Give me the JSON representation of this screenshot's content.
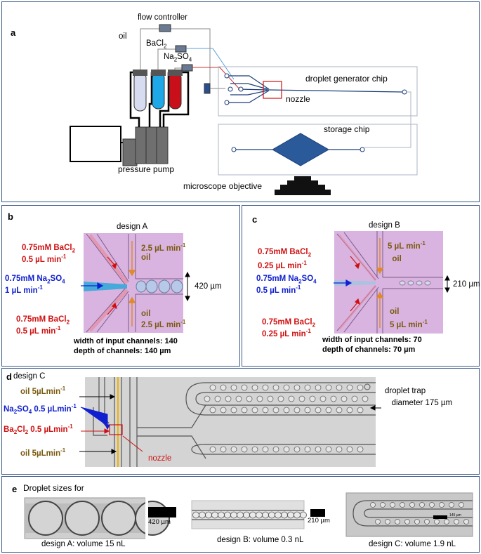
{
  "panels": {
    "a": {
      "label": "a",
      "flow_controller": "flow controller",
      "oil": "oil",
      "bacl2_base": "BaCl",
      "bacl2_sub": "2",
      "na2so4_a": "Na",
      "na2so4_sub1": "2",
      "na2so4_b": "SO",
      "na2so4_sub2": "4",
      "droplet_generator": "droplet generator chip",
      "nozzle": "nozzle",
      "storage_chip": "storage chip",
      "pressure_pump": "pressure pump",
      "microscope": "microscope objective"
    },
    "b": {
      "label": "b",
      "title": "design A",
      "bacl2_top": "0.75mM BaCl",
      "bacl2_top_sub": "2",
      "bacl2_top_rate": "0.5 µL min",
      "bacl2_top_exp": "-1",
      "na2so4": "0.75mM Na",
      "na2so4_sub1": "2",
      "na2so4_mid": "SO",
      "na2so4_sub2": "4",
      "na2so4_rate": "1 µL min",
      "na2so4_exp": "-1",
      "bacl2_bot": "0.75mM BaCl",
      "bacl2_bot_sub": "2",
      "bacl2_bot_rate": "0.5 µL min",
      "bacl2_bot_exp": "-1",
      "oil_top_rate": "2.5 µL min",
      "oil_top_exp": "-1",
      "oil_top": "oil",
      "oil_bot": "oil",
      "oil_bot_rate": "2.5 µL min",
      "oil_bot_exp": "-1",
      "size": "420 µm",
      "width": "width of input channels: 140",
      "depth": "depth of channels: 140 µm"
    },
    "c": {
      "label": "c",
      "title": "design B",
      "bacl2_top": "0.75mM BaCl",
      "bacl2_top_sub": "2",
      "bacl2_top_rate": "0.25 µL min",
      "bacl2_top_exp": "-1",
      "na2so4": "0.75mM Na",
      "na2so4_sub1": "2",
      "na2so4_mid": "SO",
      "na2so4_sub2": "4",
      "na2so4_rate": "0.5 µL min",
      "na2so4_exp": "-1",
      "bacl2_bot": "0.75mM BaCl",
      "bacl2_bot_sub": "2",
      "bacl2_bot_rate": "0.25 µL min",
      "bacl2_bot_exp": "-1",
      "oil_top_rate": "5 µL min",
      "oil_top_exp": "-1",
      "oil_top": "oil",
      "oil_bot": "oil",
      "oil_bot_rate": "5 µL min",
      "oil_bot_exp": "-1",
      "size": "210 µm",
      "width": "width of input channels: 70",
      "depth": "depth of channels: 70 µm"
    },
    "d": {
      "label": "d",
      "title": "design C",
      "oil_top": "oil 5µLmin",
      "oil_top_exp": "-1",
      "na2so4": "Na",
      "na2so4_sub1": "2",
      "na2so4_mid": "SO",
      "na2so4_sub2": "4",
      "na2so4_rate": " 0.5 µLmin",
      "na2so4_exp": "-1",
      "ba2cl2": "Ba",
      "ba2cl2_sub1": "2",
      "ba2cl2_mid": "Cl",
      "ba2cl2_sub2": "2",
      "ba2cl2_rate": " 0.5 µLmin",
      "ba2cl2_exp": "-1",
      "oil_bot": "oil 5µLmin",
      "oil_bot_exp": "-1",
      "nozzle": "nozzle",
      "trap_line1": "droplet trap",
      "trap_line2": "diameter 175 µm"
    },
    "e": {
      "label": "e",
      "header": "Droplet sizes for",
      "scale_a": "420 µm",
      "scale_b": "210 µm",
      "scale_c": "140 µm",
      "caption_a": "design A: volume 15 nL",
      "caption_b": "design B: volume 0.3 nL",
      "caption_c": "design C: volume 1.9 nL"
    }
  },
  "colors": {
    "panel_border": "#3a5a8a",
    "red_text": "#d01010",
    "blue_text": "#1020d0",
    "olive_text": "#7a5a10",
    "chip_channel": "#1a3e7a",
    "chip_pink": "#d9b4e0",
    "arrow_orange": "#e08a2a",
    "tube_bacl2": "#1ea8e8",
    "tube_na2so4": "#c80f1a",
    "tube_oil": "#d8dcf0"
  }
}
